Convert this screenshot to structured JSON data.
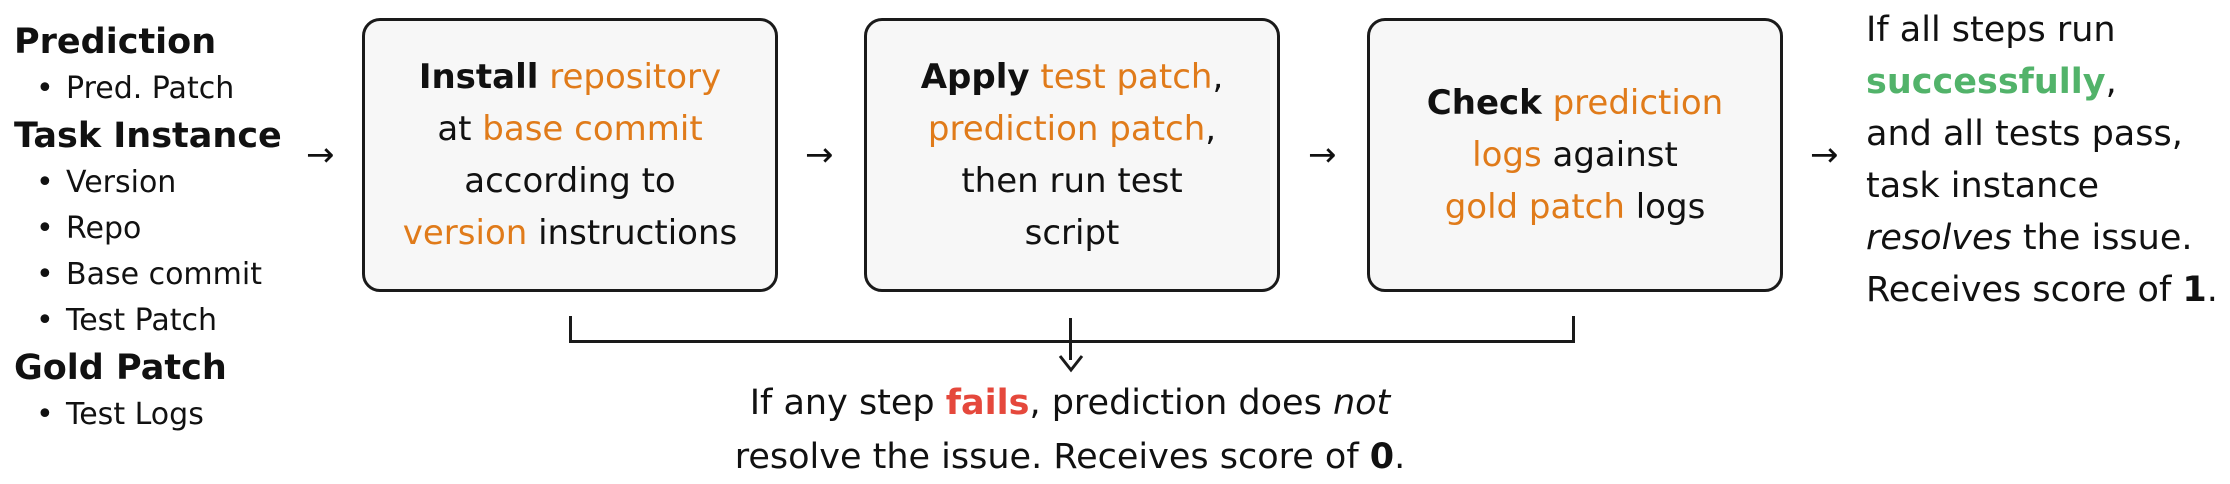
{
  "inputs": {
    "prediction": {
      "title": "Prediction",
      "items": [
        "Pred. Patch"
      ]
    },
    "task_instance": {
      "title": "Task Instance",
      "items": [
        "Version",
        "Repo",
        "Base commit",
        "Test Patch"
      ]
    },
    "gold_patch": {
      "title": "Gold Patch",
      "items": [
        "Test Logs"
      ]
    },
    "bullet": "•"
  },
  "arrow_right": "→",
  "arrow_down": "↓",
  "steps": [
    {
      "keyword": "Install",
      "repository": "repository",
      "at": "at",
      "base_commit": "base commit",
      "according_to": "according to",
      "version": "version",
      "instructions": "instructions"
    },
    {
      "keyword": "Apply",
      "test_patch": "test patch",
      "comma1": ",",
      "prediction_patch": "prediction patch",
      "comma2": ",",
      "then_run_test": "then run test",
      "script": "script"
    },
    {
      "keyword": "Check",
      "prediction": "prediction",
      "logs": "logs",
      "against": "against",
      "gold_patch": "gold patch",
      "logs2": "logs"
    }
  ],
  "failure": {
    "part1": "If any step ",
    "fails": "fails",
    "part2": ", prediction does ",
    "not": "not",
    "line2": "resolve the issue. Receives score of ",
    "score": "0",
    "period": "."
  },
  "success": {
    "line1": "If all steps run",
    "successfully": "successfully",
    "comma": ",",
    "line3": "and all tests pass,",
    "line4": "task instance",
    "resolves": "resolves",
    "line5_rest": " the issue.",
    "line6": "Receives score of ",
    "score": "1",
    "period": "."
  },
  "colors": {
    "highlight": "#e07b1a",
    "success": "#52b36a",
    "fail": "#e5483c",
    "box_fill": "#f7f7f7",
    "border": "#1a1a1a"
  }
}
